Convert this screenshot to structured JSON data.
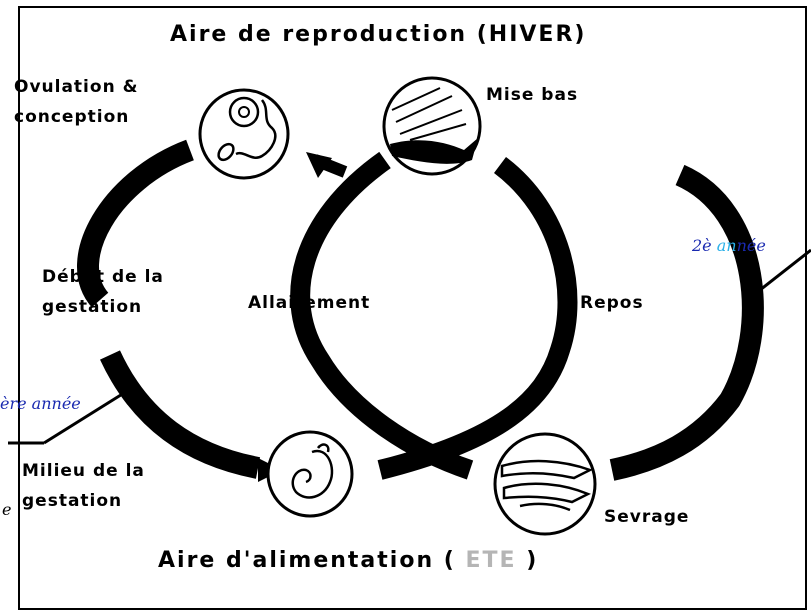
{
  "title_top": "Aire de reproduction (HIVER)",
  "title_bottom": {
    "prefix": "Aire d'alimentation (",
    "season": "ETE",
    "suffix": ")"
  },
  "stages": {
    "ovulation": [
      "Ovulation &",
      "conception"
    ],
    "mise_bas": "Mise bas",
    "debut_gestation": [
      "Début de la",
      "gestation"
    ],
    "allaitement": "Allaitement",
    "repos": "Repos",
    "milieu_gestation": [
      "Milieu de la",
      "gestation"
    ],
    "sevrage": "Sevrage"
  },
  "years": {
    "first": "ère année",
    "second_prefix": "2è ",
    "second_highlight": "an",
    "second_suffix": "née"
  },
  "edge_mark": "e",
  "colors": {
    "ink": "#000000",
    "year_text": "#1a2ab0",
    "year_highlight": "#2ab0e8",
    "ete": "#b5b5b5"
  },
  "icons": {
    "ovulation": "egg-sperm-icon",
    "mise_bas": "whale-calf-icon",
    "milieu_gestation": "fetus-icon",
    "sevrage": "young-whale-icon"
  }
}
